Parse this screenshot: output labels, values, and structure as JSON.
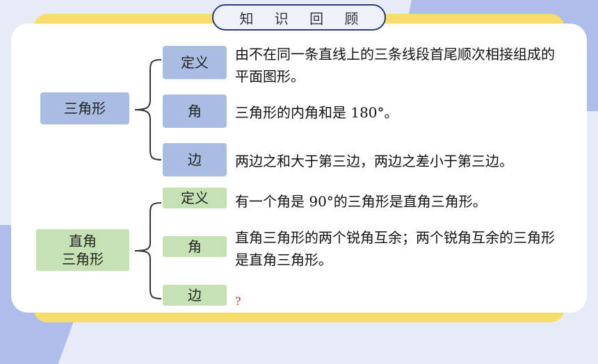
{
  "header": {
    "title": "知 识 回 顾"
  },
  "triangle": {
    "label": "三角形",
    "items": [
      {
        "label": "定义",
        "text": "由不在同一条直线上的三条线段首尾顺次相接组成的平面图形。"
      },
      {
        "label": "角",
        "text": "三角形的内角和是 180°。"
      },
      {
        "label": "边",
        "text": "两边之和大于第三边，两边之差小于第三边。"
      }
    ]
  },
  "right_triangle": {
    "label_line1": "直角",
    "label_line2": "三角形",
    "items": [
      {
        "label": "定义",
        "text": "有一个角是 90°的三角形是直角三角形。"
      },
      {
        "label": "角",
        "text": "直角三角形的两个锐角互余；两个锐角互余的三角形是直角三角形。"
      },
      {
        "label": "边",
        "text": "?"
      }
    ]
  },
  "colors": {
    "blue_box": "#a9bde3",
    "green_box": "#c6e2b4",
    "accent_yellow": "#f7dd6b",
    "question_mark": "#e0201b"
  }
}
